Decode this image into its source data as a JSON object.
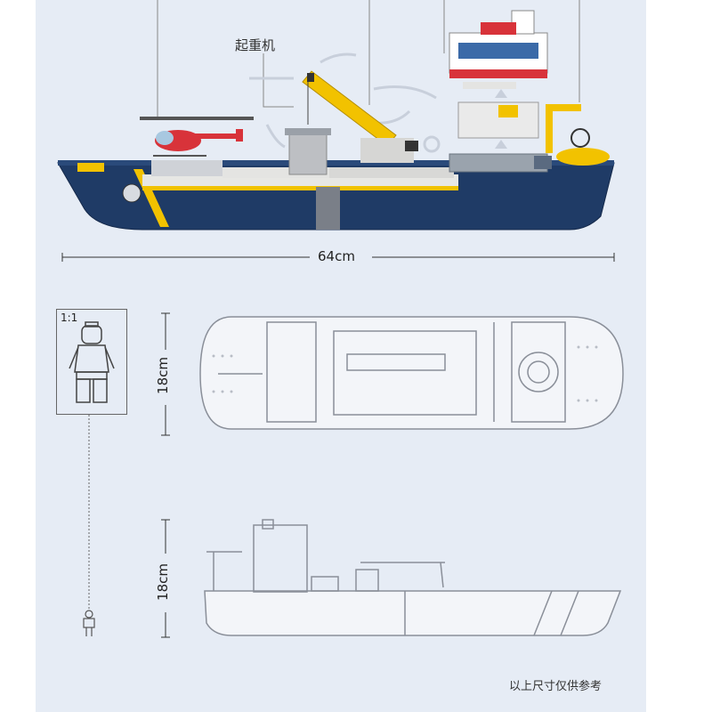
{
  "annotations": {
    "crane_label": "起重机"
  },
  "dimensions": {
    "length": "64cm",
    "top_view_width": "18cm",
    "side_view_height": "18cm",
    "scale": "1:1"
  },
  "footer_note": "以上尺寸仅供参考",
  "colors": {
    "panel_bg": "#e6ecf5",
    "hull_navy": "#1f3b66",
    "accent_yellow": "#f2c200",
    "outline_gray": "#8a8f99"
  }
}
